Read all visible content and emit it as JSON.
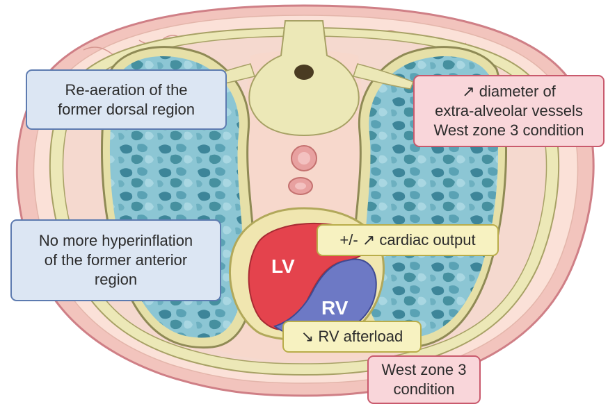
{
  "labels": {
    "dorsal": {
      "line1": "Re-aeration of the",
      "line2": "former dorsal region"
    },
    "vessels": {
      "line1": "↗ diameter of",
      "line2": "extra-alveolar vessels",
      "line3": "West zone 3 condition"
    },
    "anterior": {
      "line1": "No more hyperinflation",
      "line2": "of the former anterior",
      "line3": "region"
    },
    "cardiac": {
      "text": "+/- ↗ cardiac output"
    },
    "afterload": {
      "text": "↘ RV afterload"
    },
    "westzone": {
      "line1": "West zone 3",
      "line2": "condition"
    }
  },
  "heart": {
    "lv": "LV",
    "rv": "RV"
  },
  "colors": {
    "skin": "#f2c4bd",
    "fat": "#fbe1d8",
    "rib": "#ece8b7",
    "lung_dark": "#3d8599",
    "lung_mid": "#63a8b8",
    "lung_light": "#a9d7e2",
    "lv": "#e4434d",
    "rv": "#6d79c5"
  }
}
